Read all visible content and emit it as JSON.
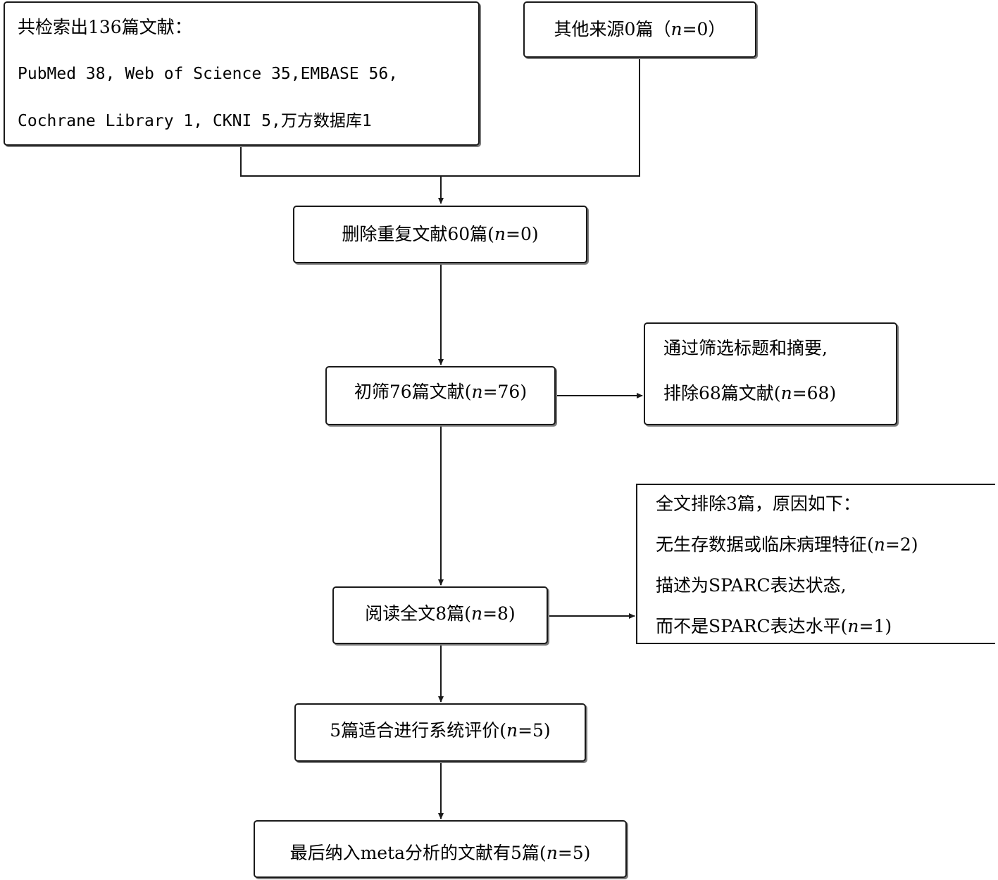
{
  "search": {
    "line1": "共检索出136篇文献：",
    "line2": "PubMed 38, Web of Science 35,EMBASE 56,",
    "line3": "Cochrane Library 1, CKNI 5,万方数据库1"
  },
  "other_source": {
    "pre": "其他来源0篇（",
    "n": "n",
    "post": "=0）"
  },
  "dedup": {
    "pre": "删除重复文献60篇(",
    "n": "n",
    "post": "=0)"
  },
  "screen": {
    "pre": "初筛76篇文献(",
    "n": "n",
    "post": "=76)"
  },
  "excluded_title": {
    "line1": "通过筛选标题和摘要,",
    "pre": "排除68篇文献(",
    "n": "n",
    "post": "=68)"
  },
  "fulltext": {
    "pre": "阅读全文8篇(",
    "n": "n",
    "post": "=8)"
  },
  "excluded_fulltext": {
    "line1": "全文排除3篇，原因如下：",
    "line2_pre": "无生存数据或临床病理特征(",
    "line2_n": "n",
    "line2_post": "=2)",
    "line3": "描述为SPARC表达状态,",
    "line4_pre": "而不是SPARC表达水平(",
    "line4_n": "n",
    "line4_post": "=1)"
  },
  "systematic": {
    "pre": "5篇适合进行系统评价(",
    "n": "n",
    "post": "=5)"
  },
  "meta": {
    "pre": "最后纳入meta分析的文献有5篇(",
    "n": "n",
    "post": "=5)"
  }
}
